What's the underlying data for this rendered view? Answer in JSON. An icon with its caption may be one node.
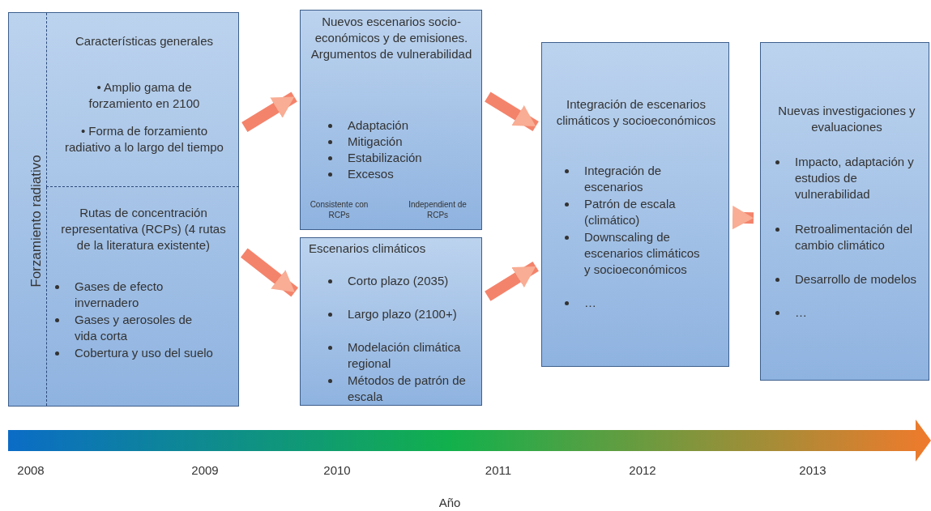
{
  "diagram": {
    "nodes": [
      {
        "text": [
          "Forzamiento radiativo"
        ]
      },
      {
        "text": [
          "Características generales",
          "• Amplio gama de forzamiento en 2100",
          "• Forma de forzamiento radiativo a lo largo del tiempo"
        ],
        "in": 0
      },
      {
        "text": [
          "Rutas de concentración representativa (RCPs) (4 rutas de la literatura existente)",
          "Gases de efecto invernadero",
          "Gases y aerosoles de vida corta",
          "Cobertura y uso del suelo"
        ],
        "in": 0
      },
      {
        "text": [
          "Nuevos escenarios socio-económicos y de emisiones. Argumentos de vulnerabilidad",
          "Adaptación",
          "Mitigación",
          "Estabilización",
          "Excesos",
          "Consistente con RCPs",
          "Independient de RCPs"
        ]
      },
      {
        "text": [
          "Escenarios climáticos",
          "Corto plazo (2035)",
          "Largo plazo (2100+)",
          "Modelación climática regional",
          "Métodos de patrón de escala"
        ]
      },
      {
        "text": [
          "Integración de escenarios climáticos y socioeconómicos",
          "Integración de escenarios",
          "Patrón de escala (climático)",
          "Downscaling de escenarios climáticos y socioeconómicos",
          "…"
        ]
      },
      {
        "text": [
          "Nuevas investigaciones y evaluaciones",
          "Impacto, adaptación y estudios de vulnerabilidad",
          "Retroalimentación del cambio climático",
          "Desarrollo de modelos",
          "…"
        ]
      }
    ],
    "edges": [
      {
        "from": 0,
        "to": 3,
        "arrow": "to"
      },
      {
        "from": 0,
        "to": 4,
        "arrow": "to"
      },
      {
        "from": 3,
        "to": 5,
        "arrow": "to"
      },
      {
        "from": 4,
        "to": 5,
        "arrow": "to"
      },
      {
        "from": 5,
        "to": 6,
        "arrow": "to"
      }
    ],
    "labels": [
      "2008",
      "2009",
      "2010",
      "2011",
      "2012",
      "2013",
      "Año"
    ]
  }
}
